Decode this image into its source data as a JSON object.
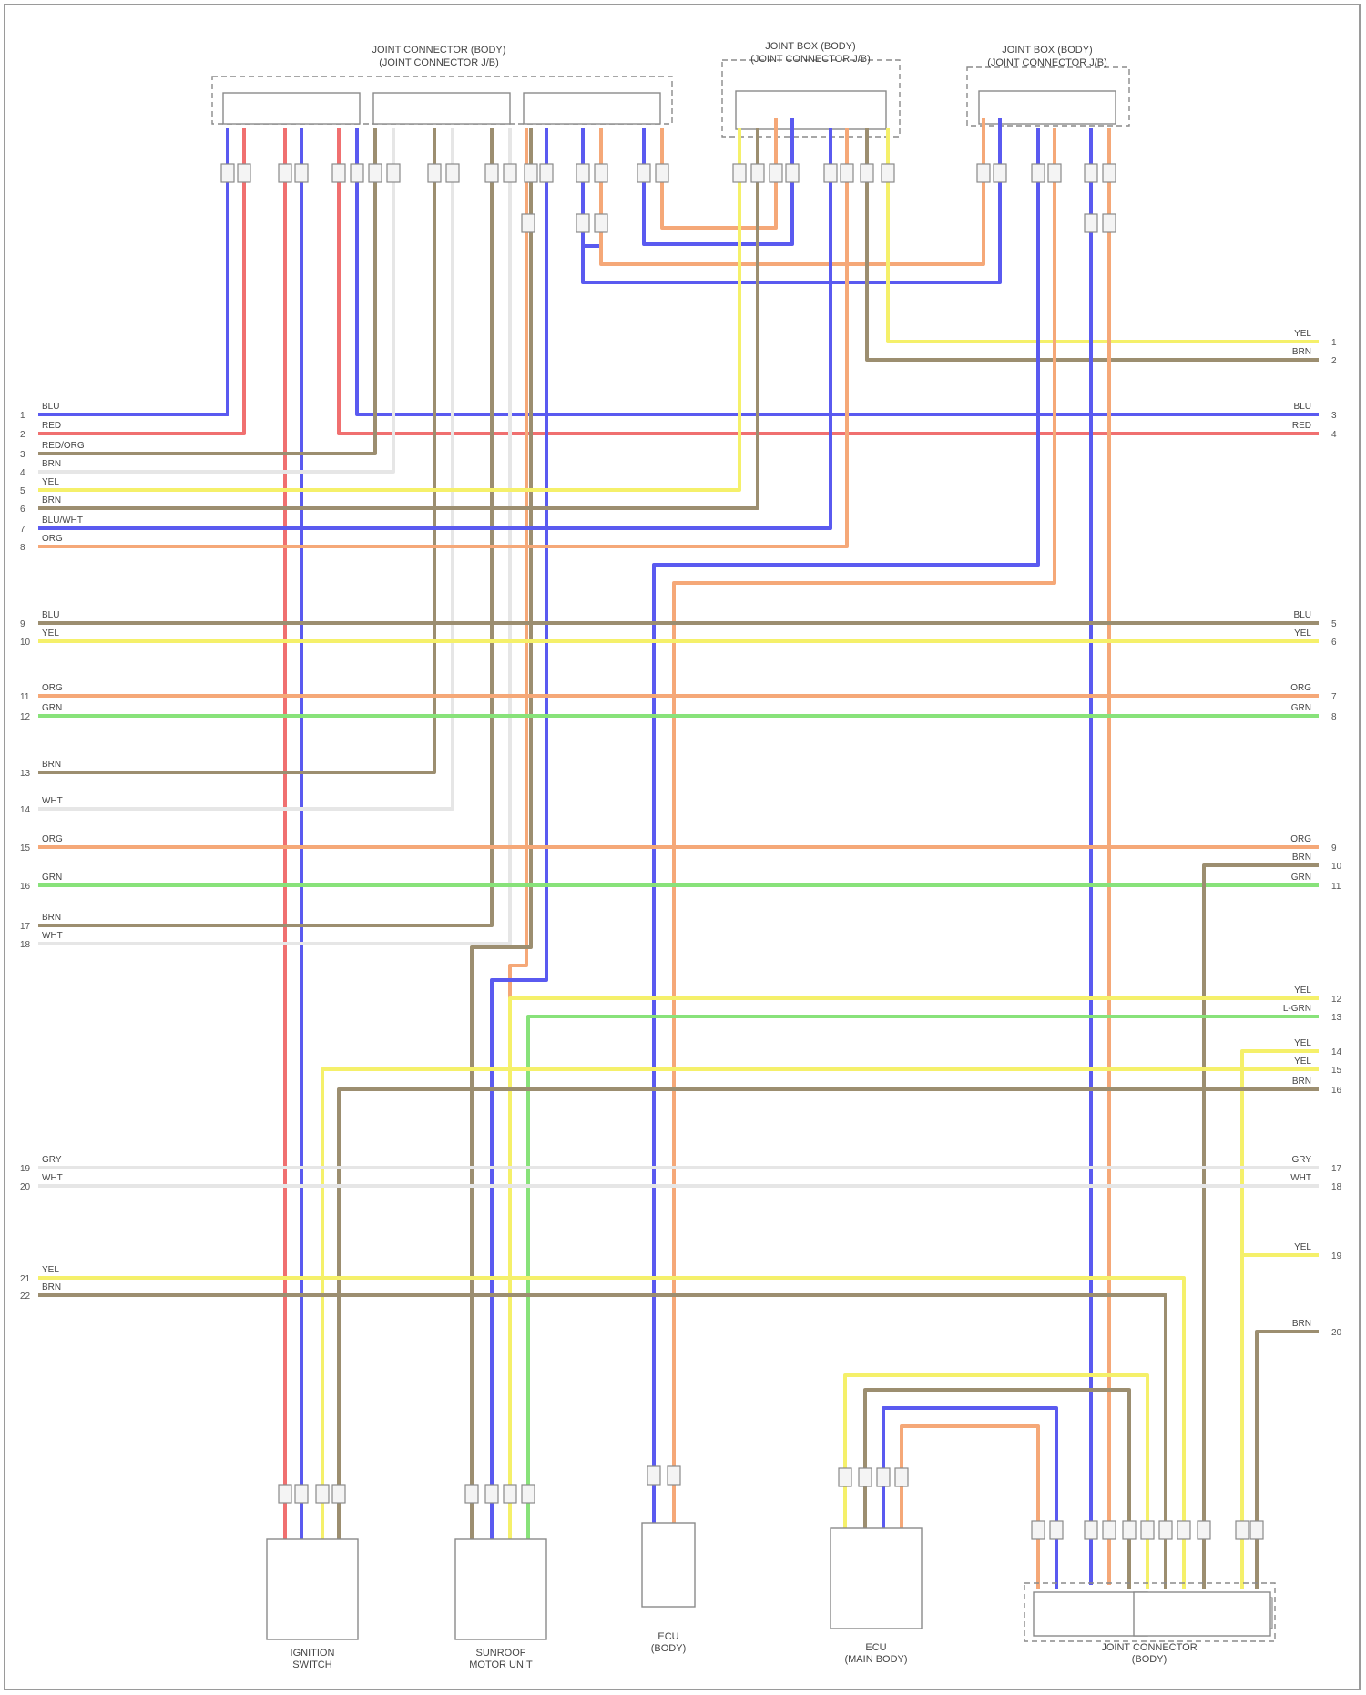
{
  "connectors_top": [
    {
      "label_l1": "JOINT CONNECTOR (BODY)",
      "label_l2": "(JOINT CONNECTOR J/B)"
    },
    {
      "label_l1": "JOINT BOX (BODY)",
      "label_l2": "(JOINT CONNECTOR J/B)"
    },
    {
      "label_l1": "JOINT BOX (BODY)",
      "label_l2": "(JOINT CONNECTOR J/B)"
    }
  ],
  "connectors_bottom": [
    {
      "label_l1": "IGNITION",
      "label_l2": "SWITCH"
    },
    {
      "label_l1": "SUNROOF",
      "label_l2": "MOTOR UNIT"
    },
    {
      "label_l1": "ECU",
      "label_l2": "(BODY)"
    },
    {
      "label_l1": "ECU",
      "label_l2": "(MAIN BODY)"
    },
    {
      "label_l1": "JOINT CONNECTOR",
      "label_l2": "(BODY)"
    }
  ],
  "left_wire_labels": [
    "BLU",
    "RED",
    "RED/ORG",
    "BRN",
    "YEL",
    "BRN",
    "BLU/WHT",
    "ORG",
    "BLU",
    "YEL",
    "ORG",
    "GRN",
    "BRN",
    "WHT",
    "ORG",
    "GRN",
    "BRN",
    "WHT",
    "GRY",
    "WHT",
    "YEL",
    "BRN"
  ],
  "left_pin_numbers": [
    "1",
    "2",
    "3",
    "4",
    "5",
    "6",
    "7",
    "8",
    "9",
    "10",
    "11",
    "12",
    "13",
    "14",
    "15",
    "16",
    "17",
    "18",
    "19",
    "20",
    "21",
    "22"
  ],
  "right_wire_labels": [
    "YEL",
    "BRN",
    "BLU",
    "RED",
    "BLU",
    "YEL",
    "ORG",
    "GRN",
    "ORG",
    "BRN",
    "GRN",
    "YEL",
    "L-GRN",
    "YEL",
    "YEL",
    "BRN",
    "GRY",
    "WHT",
    "YEL",
    "BRN"
  ],
  "right_pin_numbers": [
    "1",
    "2",
    "3",
    "4",
    "5",
    "6",
    "7",
    "8",
    "9",
    "10",
    "11",
    "12",
    "13",
    "14",
    "15",
    "16",
    "17",
    "18",
    "19",
    "20"
  ],
  "colors": {
    "blue": "#5a5af0",
    "red": "#f07070",
    "yellow": "#f5f06a",
    "brown": "#9c8e70",
    "orange": "#f5a878",
    "green": "#88e27a",
    "white": "#e6e6e6"
  }
}
